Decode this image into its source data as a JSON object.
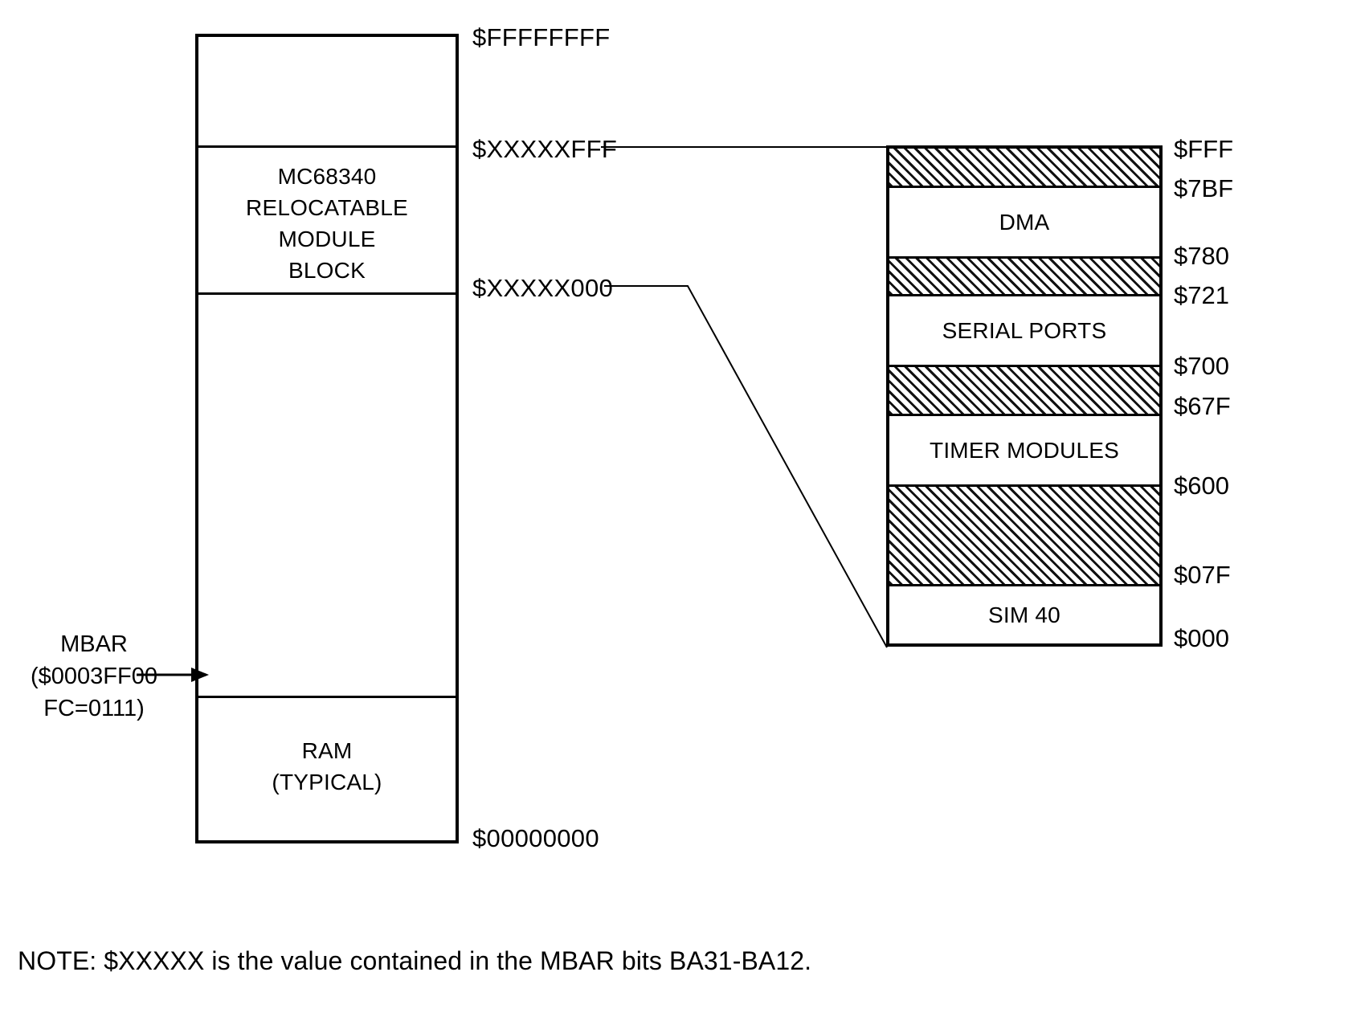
{
  "diagram": {
    "title": "MC68340 memory map with relocatable module block detail",
    "note": "NOTE: $XXXXX is the value contained in the MBAR bits BA31-BA12."
  },
  "left_map": {
    "addresses": {
      "top": "$FFFFFFFF",
      "module_top": "$XXXXXFFF",
      "module_bottom": "$XXXXX000",
      "bottom": "$00000000"
    },
    "sections": [
      {
        "id": "unused-top",
        "label": "",
        "shaded": false
      },
      {
        "id": "module-block",
        "label": "MC68340\nRELOCATABLE\nMODULE\nBLOCK",
        "shaded": false
      },
      {
        "id": "unused-middle",
        "label": "",
        "shaded": false
      },
      {
        "id": "ram",
        "label": "RAM\n(TYPICAL)",
        "shaded": false
      }
    ]
  },
  "mbar_callout": {
    "line1": "MBAR",
    "line2": "($0003FF00",
    "line3": "FC=0111)"
  },
  "right_map": {
    "bands": [
      {
        "id": "reserved-top",
        "label": "",
        "hatched": true,
        "top_addr": "$FFF",
        "bottom_addr": "$7BF"
      },
      {
        "id": "dma",
        "label": "DMA",
        "hatched": false,
        "top_addr": "$7BF",
        "bottom_addr": "$780"
      },
      {
        "id": "reserved-1",
        "label": "",
        "hatched": true,
        "top_addr": "$780",
        "bottom_addr": "$721"
      },
      {
        "id": "serial-ports",
        "label": "SERIAL PORTS",
        "hatched": false,
        "top_addr": "$721",
        "bottom_addr": "$700"
      },
      {
        "id": "reserved-2",
        "label": "",
        "hatched": true,
        "top_addr": "$700",
        "bottom_addr": "$67F"
      },
      {
        "id": "timer-modules",
        "label": "TIMER MODULES",
        "hatched": false,
        "top_addr": "$67F",
        "bottom_addr": "$600"
      },
      {
        "id": "reserved-3",
        "label": "",
        "hatched": true,
        "top_addr": "$600",
        "bottom_addr": "$07F"
      },
      {
        "id": "sim40",
        "label": "SIM 40",
        "hatched": false,
        "top_addr": "$07F",
        "bottom_addr": "$000"
      }
    ],
    "addresses": [
      "$FFF",
      "$7BF",
      "$780",
      "$721",
      "$700",
      "$67F",
      "$600",
      "$07F",
      "$000"
    ]
  },
  "colors": {
    "stroke": "#000000",
    "background": "#ffffff",
    "hatch": "#111111"
  }
}
